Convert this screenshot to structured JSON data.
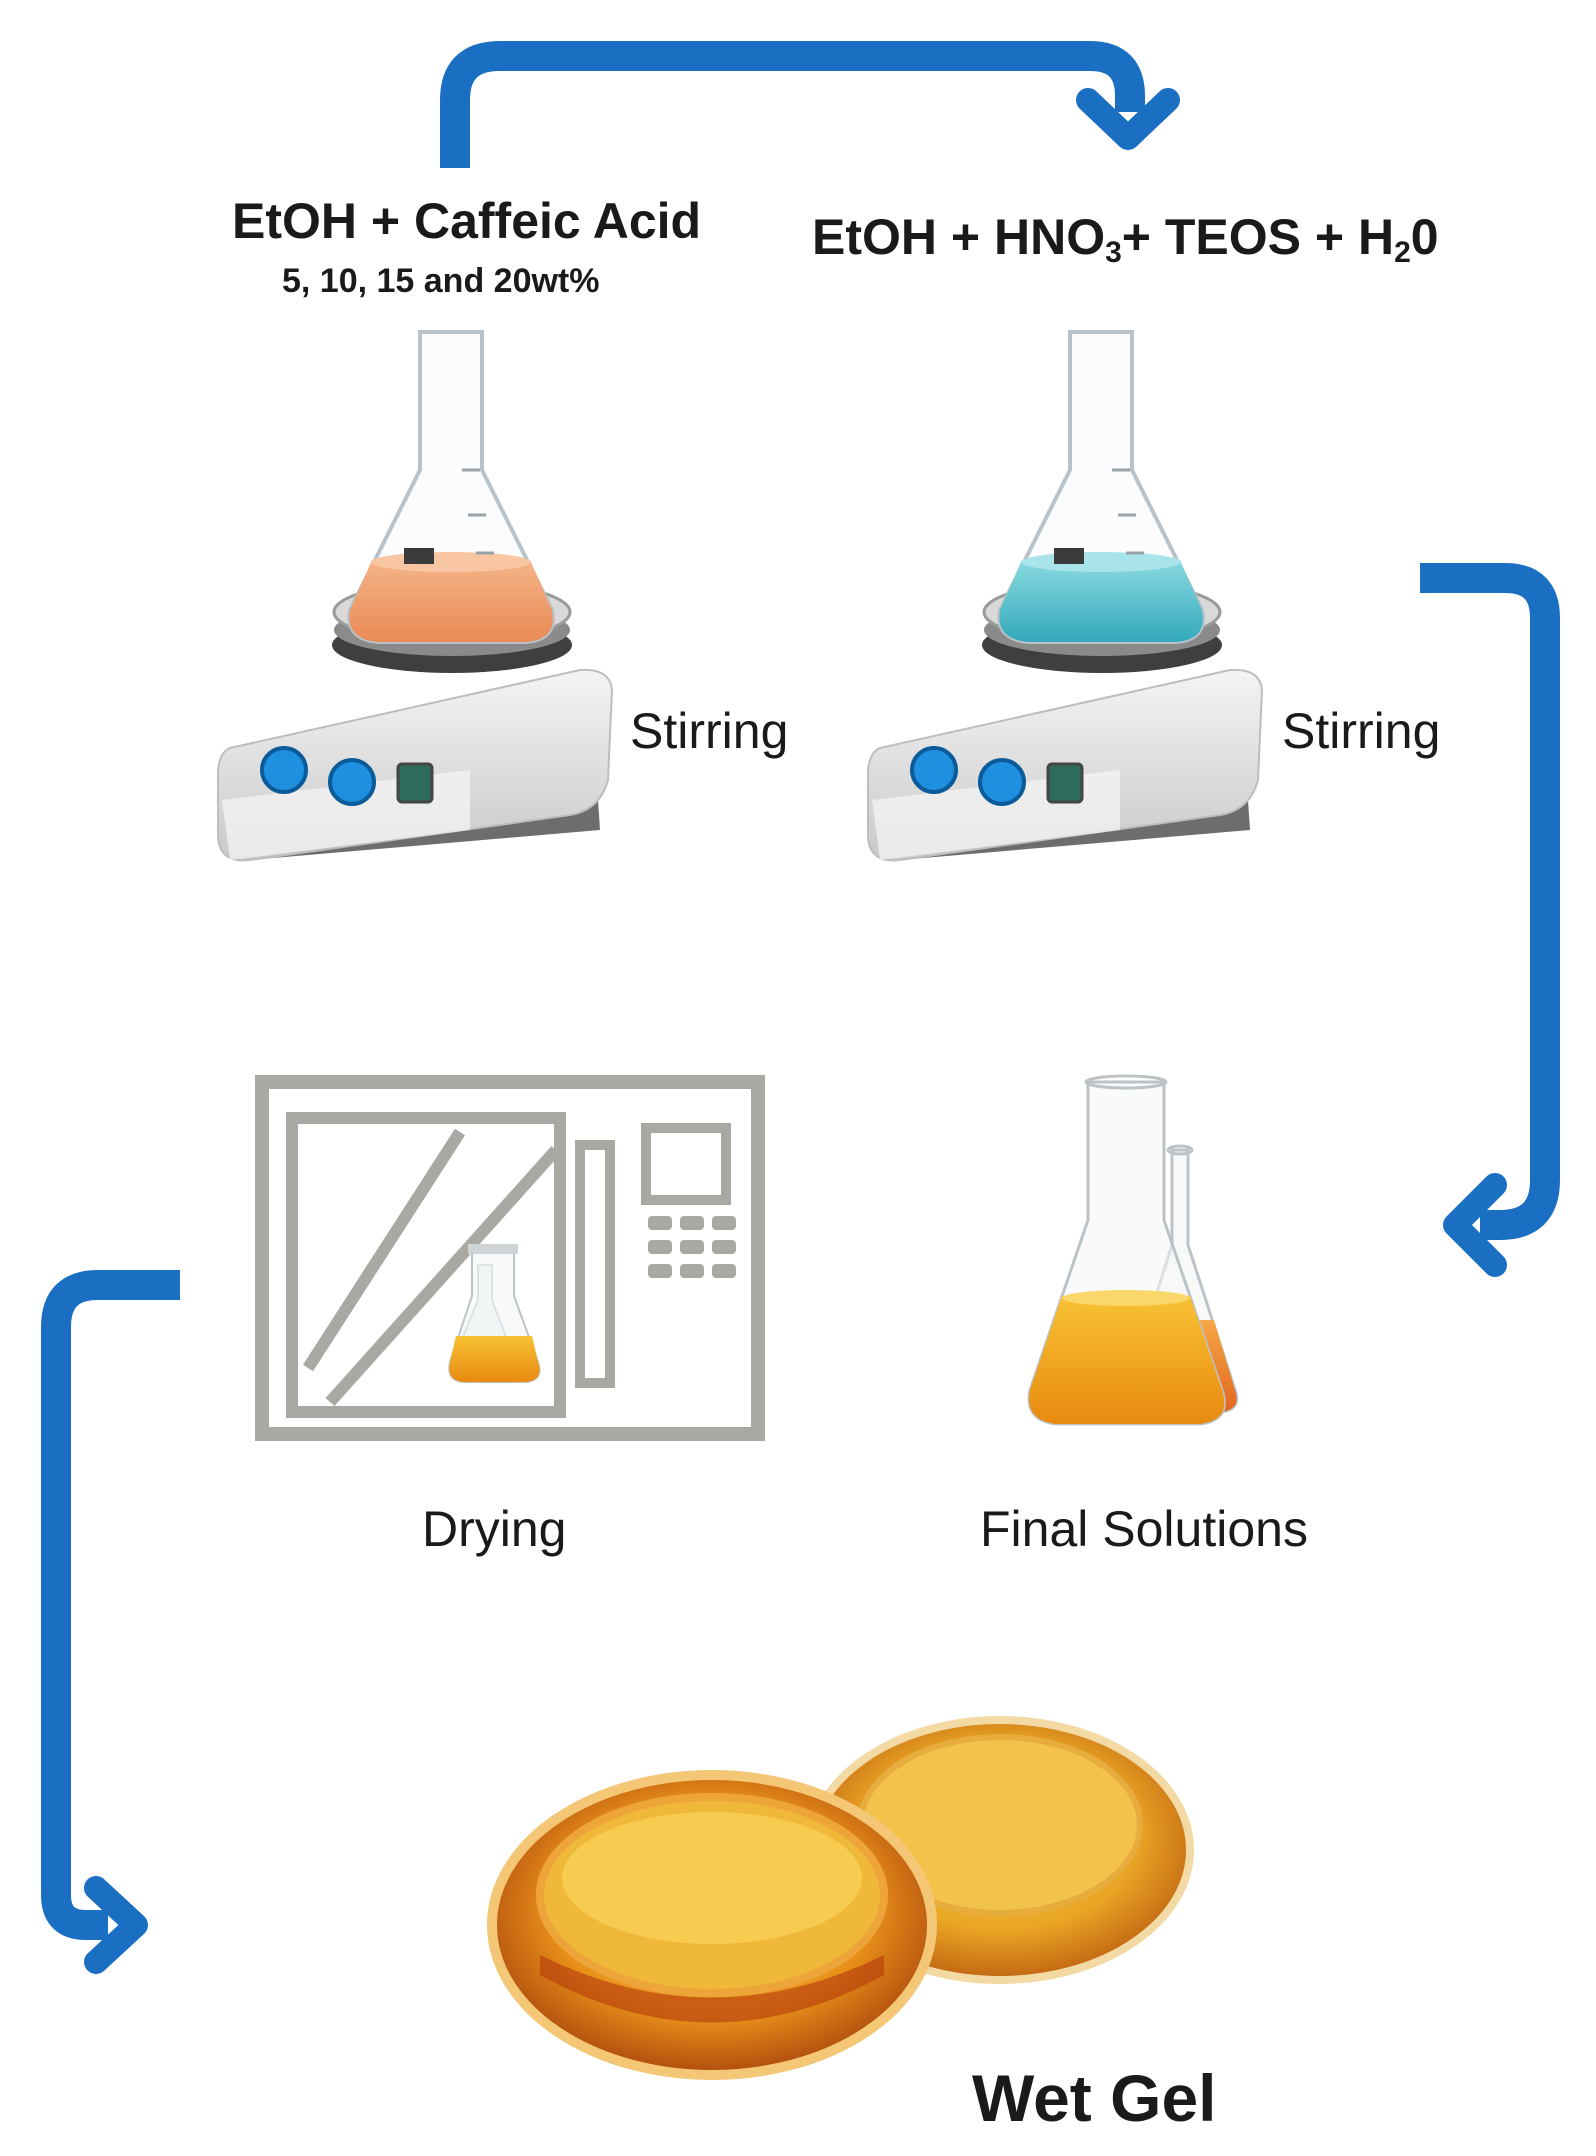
{
  "colors": {
    "arrow": "#1b6fc3",
    "oven_gray": "#a9a8a2",
    "orange_liquid": "#f0a070",
    "blue_liquid": "#5fc3cf",
    "amber_liquid": "#f2a515",
    "stirrer_knob": "#1f8fe0"
  },
  "step1": {
    "title": "EtOH +  Caffeic Acid",
    "subtitle": "5, 10, 15 and 20wt%",
    "action": "Stirring"
  },
  "step2": {
    "title_parts": {
      "a": "EtOH + HNO",
      "a_sub": "3",
      "b": "+ TEOS + H",
      "b_sub": "2",
      "c": "0"
    },
    "action": "Stirring"
  },
  "step3": {
    "label": "Final Solutions"
  },
  "step4": {
    "label": "Drying"
  },
  "step5": {
    "label": "Wet Gel"
  }
}
